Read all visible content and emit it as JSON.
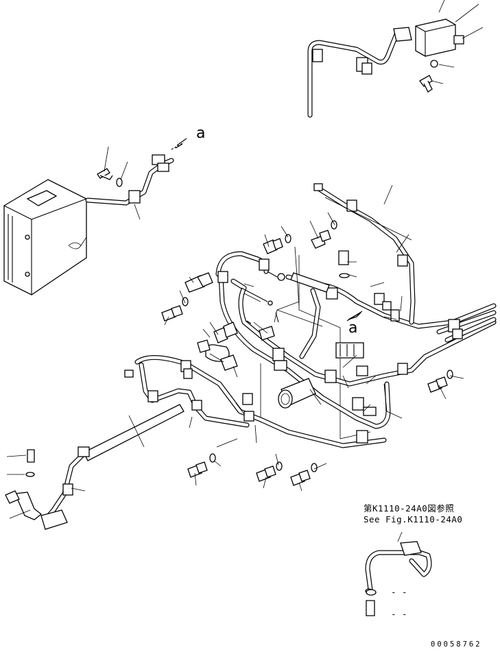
{
  "diagram": {
    "detail_markers": [
      "a",
      "a"
    ],
    "reference_note": {
      "japanese": "第K1110-24A0図参照",
      "english": "See Fig.K1110-24A0"
    },
    "leader_dashes": [
      "- -",
      "- -"
    ],
    "illustration_code": "00058762"
  }
}
